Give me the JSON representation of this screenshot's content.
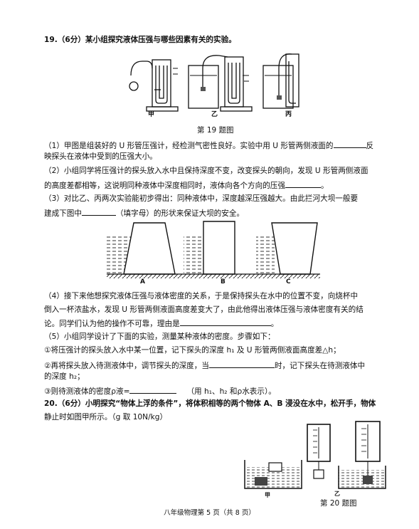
{
  "q19": {
    "title": "19.（6分）某小组探究液体压强与哪些因素有关的实验。",
    "fig_labels": [
      "甲",
      "乙",
      "丙"
    ],
    "fig_caption": "第 19 题图",
    "p1_a": "（1）甲图是组装好的 U 形管压强计，经检测气密性良好。实验中用 U 形管两侧液面的",
    "p1_b": "反",
    "p1_c": "映探头在液体中受到的压强大小。",
    "p2_a": "（2）小组同学将压强计的探头放入水中且保持深度不变，改变探头的朝向，发现 U 形管两侧液面",
    "p2_b": "的高度差都相等，这说明同种液体中深度相同时，液体向各个方向的压强",
    "p2_c": "。",
    "p3_a": "（3）对比乙、丙两次实验能初步得出：同种液体中，深度越深压强越大。由此拦河大坝一般要",
    "p3_b": "建成下图中",
    "p3_c": "（填字母）的形状来保证大坝的安全。",
    "dam_labels": [
      "A",
      "B",
      "C"
    ],
    "p4_a": "（4）接下来他想探究液体压强与液体密度的关系，于是保持探头在水中的位置不变，向烧杯中",
    "p4_b": "倒入一杯浓盐水，发现 U 形管两侧液面高度差变大了，由此他得出液体压强与液体密度有关的结",
    "p4_c": "论。同学们认为他的操作不可靠，理由是",
    "p4_d": "。",
    "p5_a": "（5）小组同学设计了下面的实验，测量某种液体的密度。步骤如下：",
    "p5_b": "①将压强计的探头放入水中某一位置，记下探头的深度 h₁ 及 U 形管两侧液面高度差△h；",
    "p5_c1": "②再将探头放入待测液体中，调节探头的深度，当",
    "p5_c2": "时，记下探头在待测液体中",
    "p5_d": "的深度 h₂；",
    "p5_e1": "③则待测液体的密度ρ液=",
    "p5_e2": "（用 h₁、h₂ 和ρ水表示）。"
  },
  "q20": {
    "line1": "20.（6分）小明探究“物体上浮的条件”，将体积相等的两个物体 A、B 浸没在水中，松开手，物体",
    "line2": "静止时如图甲所示。（g 取 10N/kg）",
    "fig_labels": [
      "甲",
      "乙"
    ],
    "fig_caption": "第 20 题图"
  },
  "footer": "八年级物理第 5 页（共 8 页）"
}
